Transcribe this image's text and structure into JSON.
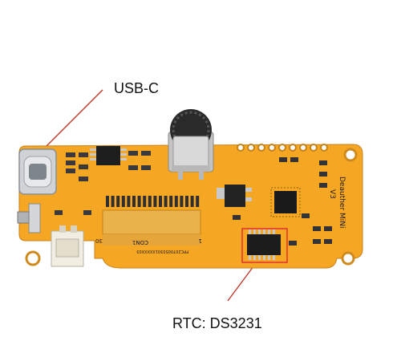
{
  "labels": {
    "usb": "USB-C",
    "rtc": "RTC: DS3231"
  },
  "silkscreen": {
    "board_name": "Deauther MiNi",
    "version": "V3",
    "con_label": "CON1",
    "fpc_code": "FPC2070050301XXXXX03",
    "pin_30": "30",
    "pin_1": "1"
  },
  "colors": {
    "pcb": "#f5a623",
    "callout_line": "#c0392b",
    "highlight_box": "#e03030"
  }
}
